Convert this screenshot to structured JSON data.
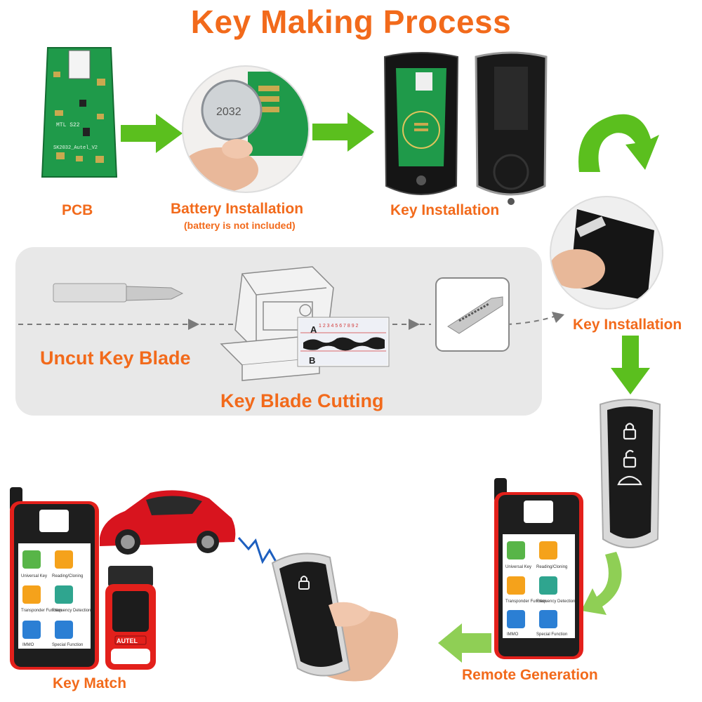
{
  "title": "Key Making Process",
  "steps": {
    "pcb": "PCB",
    "battery": "Battery Installation",
    "battery_note": "(battery is not included)",
    "key_install_1": "Key Installation",
    "key_install_2": "Key Installation",
    "uncut_blade": "Uncut Key Blade",
    "blade_cutting": "Key Blade Cutting",
    "key_match": "Key Match",
    "remote_generation": "Remote Generation"
  },
  "pcb_text": {
    "line1": "MTL S22",
    "line2": "SK2032_Autel_V2"
  },
  "battery_text": "2032",
  "cutter_marks": {
    "a": "A",
    "b": "B",
    "numbers": "1 2 3 4 5 6 7 8 9 2"
  },
  "device": {
    "brand": "AUTEL",
    "apps": [
      "Universal Key",
      "Reading/Cloning",
      "Transponder Function",
      "Frequency Detection",
      "IMMO",
      "Special Function"
    ]
  },
  "colors": {
    "accent_orange": "#f26a1b",
    "arrow_green": "#5bbf1e",
    "panel_gray": "#e8e8e8",
    "device_red": "#e3201b",
    "car_red": "#d8141e"
  }
}
